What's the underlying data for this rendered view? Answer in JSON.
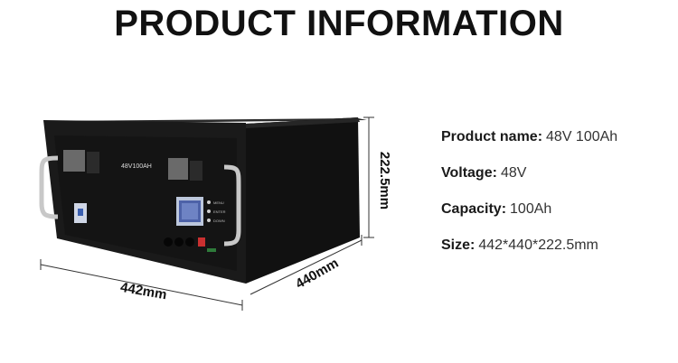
{
  "title": "PRODUCT INFORMATION",
  "dimensions": {
    "width_label": "442mm",
    "depth_label": "440mm",
    "height_label": "222.5mm"
  },
  "device": {
    "model_text": "48V100AH",
    "button_labels": [
      "MENU",
      "ENTER",
      "DOWN"
    ]
  },
  "specs": [
    {
      "label": "Product name:",
      "value": "48V 100Ah"
    },
    {
      "label": "Voltage:",
      "value": "48V"
    },
    {
      "label": "Capacity:",
      "value": "100Ah"
    },
    {
      "label": "Size:",
      "value": "442*440*222.5mm"
    }
  ]
}
